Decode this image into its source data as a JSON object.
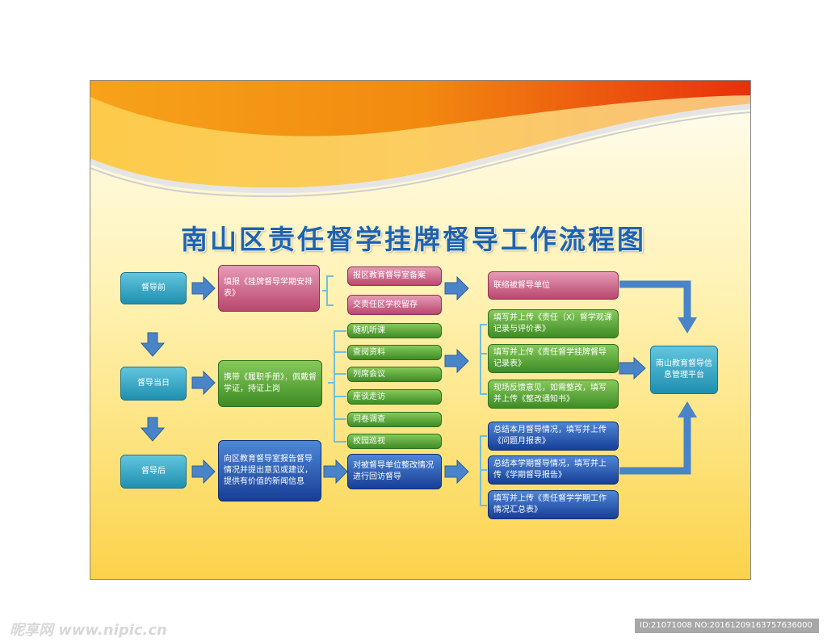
{
  "title": "南山区责任督学挂牌督导工作流程图",
  "stages": {
    "before": "督导前",
    "during": "督导当日",
    "after": "督导后"
  },
  "before_row": {
    "fill_form": "填报《挂牌督导学期安排表》",
    "options": [
      "报区教育督导室备案",
      "交责任区学校留存"
    ],
    "contact": "联络被督导单位"
  },
  "during_row": {
    "prep": "携带《履职手册》，佩戴督学证，持证上岗",
    "methods": [
      "随机听课",
      "查阅资料",
      "列席会议",
      "座谈走访",
      "问卷调查",
      "校园巡视"
    ],
    "outputs": [
      "填写并上传《责任（X）督学观课记录与评价表》",
      "填写并上传《责任督学挂牌督导记录表》",
      "现场反馈意见，如需整改，填写并上传《整改通知书》"
    ]
  },
  "after_row": {
    "report": "向区教育督导室报告督导情况并提出意见或建议，提供有价值的新闻信息",
    "revisit": "对被督导单位整改情况进行回访督导",
    "outputs": [
      "总结本月督导情况，填写并上传《问题月报表》",
      "总结本学期督导情况，填写并上传《学期督导报告》",
      "填写并上传《责任督学学期工作情况汇总表》"
    ]
  },
  "platform": "南山教育督导信息管理平台",
  "watermark": {
    "logo": "昵享网 www.nipic.cn",
    "id": "ID:21071008 NO:20161209163757636000"
  },
  "colors": {
    "title": "#1e63b0",
    "stage": "#1f8fb0",
    "pink": "#b9476e",
    "green": "#3e8c25",
    "blue": "#173f97",
    "arrow": "#4a84c8"
  }
}
